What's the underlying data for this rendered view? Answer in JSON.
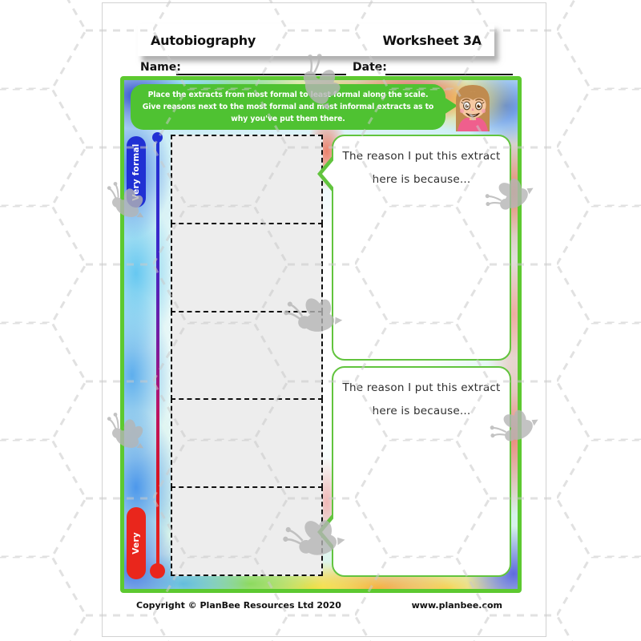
{
  "header": {
    "title": "Autobiography",
    "worksheet_label": "Worksheet 3A"
  },
  "fields": {
    "name_label": "Name:",
    "date_label": "Date:"
  },
  "instruction": {
    "lines": [
      "Place the extracts from most formal to least formal along the scale.",
      "Give reasons next to the most formal and most informal extracts as to",
      "why you've put them there."
    ]
  },
  "scale": {
    "top_label": "Very formal",
    "bottom_label": "Very",
    "top_color": "#2030d4",
    "bottom_color": "#e9261c"
  },
  "extract_boxes": {
    "count": 5
  },
  "reason_bubbles": [
    {
      "lines": [
        "The reason I put this extract",
        "here is because..."
      ]
    },
    {
      "lines": [
        "The reason I put this extract",
        "here is because..."
      ]
    }
  ],
  "footer": {
    "copyright": "Copyright © PlanBee Resources Ltd 2020",
    "website": "www.planbee.com"
  },
  "colors": {
    "frame_green": "#5dc930",
    "instruction_green": "#4fc232",
    "bubble_border_green": "#62c43e"
  }
}
